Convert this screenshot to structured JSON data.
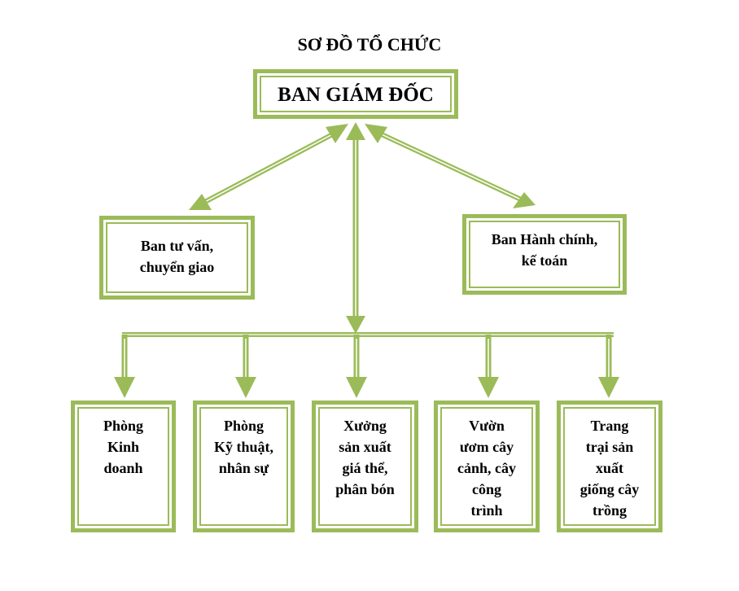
{
  "title": "SƠ ĐỒ TỔ CHỨC",
  "top": "BAN GIÁM ĐỐC",
  "advisors": [
    {
      "lines": [
        "Ban tư vấn,",
        "chuyển giao"
      ]
    },
    {
      "lines": [
        "Ban Hành chính,",
        "kế toán"
      ]
    }
  ],
  "departments": [
    {
      "lines": [
        "Phòng",
        "Kinh",
        "doanh"
      ]
    },
    {
      "lines": [
        "Phòng",
        "Kỹ thuật,",
        "nhân sự"
      ]
    },
    {
      "lines": [
        "Xưởng",
        "sản xuất",
        "giá thể,",
        "phân bón"
      ]
    },
    {
      "lines": [
        "Vườn",
        "ươm cây",
        "cảnh, cây",
        "công",
        "trình"
      ]
    },
    {
      "lines": [
        "Trang",
        "trại sản",
        "xuất",
        "giống cây",
        "trồng"
      ]
    }
  ],
  "colors": {
    "accent": "#9bbb59"
  }
}
